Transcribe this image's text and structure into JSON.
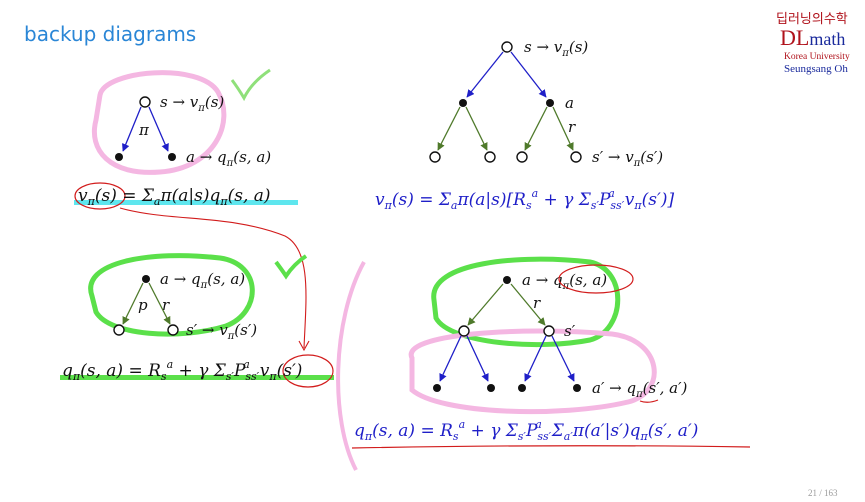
{
  "title": "backup diagrams",
  "brand": {
    "korean": "딥러닝의수학",
    "logo": "DLmath",
    "university": "Korea University",
    "author": "Seungsang Oh",
    "logo_red": "#b0121b",
    "logo_blue": "#1a2a9c"
  },
  "colors": {
    "tree_blue": "#1f1fc8",
    "tree_green": "#4f7a2b",
    "highlight_pink": "#f4b7e2",
    "highlight_green": "#5be04a",
    "highlight_cyan": "#5ee6ee",
    "pen_red": "#d21c1c",
    "handwriting_blue": "#2a86d6"
  },
  "diagrams": {
    "v_one_step": {
      "root_label": "s → v_π(s)",
      "edge_label": "π",
      "leaf_label": "a → q_π(s, a)",
      "equation": "v_π(s) = Σ_a π(a|s) q_π(s, a)"
    },
    "v_two_step": {
      "root_label": "s → v_π(s)",
      "action_label": "a",
      "edge_label": "r",
      "leaf_label": "s′ → v_π(s′)",
      "equation": "v_π(s) = Σ_a π(a|s)[R_s^a + γ Σ_s′ P_ss′^a v_π(s′)]"
    },
    "q_one_step": {
      "root_label": "a → q_π(s, a)",
      "edge_labels": [
        "p",
        "r"
      ],
      "leaf_label": "s′ → v_π(s′)",
      "equation": "q_π(s, a) = R_s^a + γ Σ_s′ P_ss′^a v_π(s′)"
    },
    "q_two_step": {
      "root_label": "a → q_π(s, a)",
      "edge_label": "r",
      "state_label": "s′",
      "leaf_label": "a′ → q_π(s′, a′)",
      "equation": "q_π(s, a) = R_s^a + γ Σ_s′ P_ss′^a Σ_a′ π(a′|s′) q_π(s′, a′)"
    }
  },
  "page_number": "21 / 163"
}
